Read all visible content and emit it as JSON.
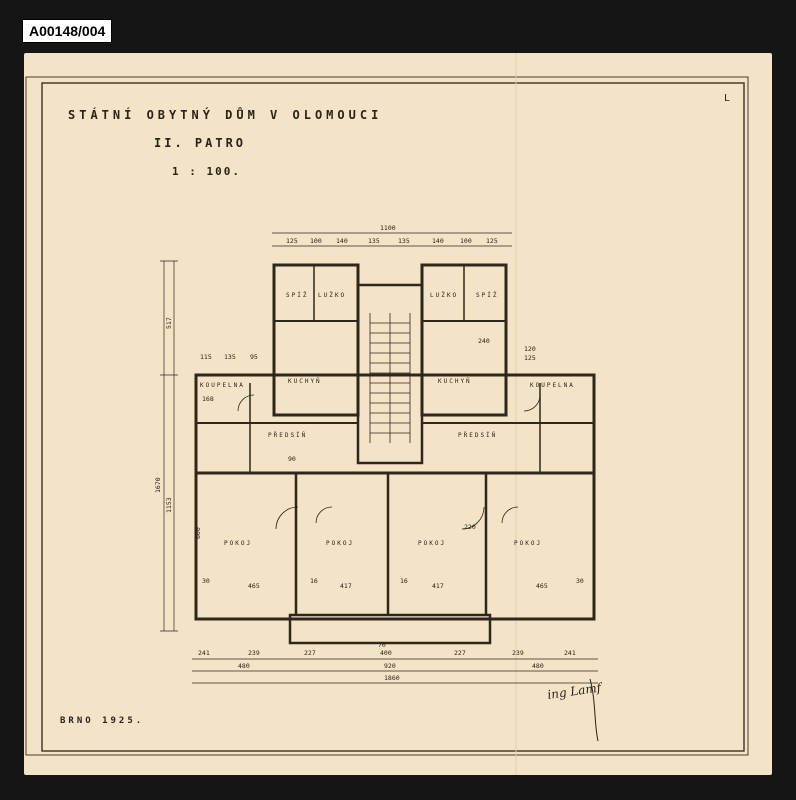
{
  "archive_id": "A00148/004",
  "drawing": {
    "title": "STÁTNÍ OBYTNÝ DŮM V OLOMOUCI",
    "floor": "II. PATRO",
    "scale": "1 : 100.",
    "corner_mark": "L",
    "place_date": "BRNO 1925.",
    "signature": "ing Lamf"
  },
  "rooms": {
    "pokoj": "POKOJ",
    "predsin": "PŘEDSÍŇ",
    "kuchyne": "KUCHYŇ",
    "spiz": "SPÍŽ",
    "luzko": "LUŽKO",
    "koupelna": "KOUPELNA"
  },
  "dimensions": {
    "overall_width": "1860",
    "core_width": "920",
    "wing_width": "480",
    "top_width": "1100",
    "left_height": "1670",
    "left_height_lower": "1153",
    "left_height_upper": "517",
    "bottom_segments": [
      "241",
      "239",
      "227",
      "400",
      "227",
      "239",
      "241"
    ],
    "top_segments": [
      "125",
      "100",
      "140",
      "135",
      "135",
      "140",
      "100",
      "125"
    ],
    "room_widths": [
      "465",
      "417",
      "417",
      "465"
    ],
    "misc": [
      "600",
      "30",
      "16",
      "220",
      "240",
      "120",
      "125",
      "168",
      "115",
      "135",
      "95",
      "90",
      "70"
    ]
  }
}
